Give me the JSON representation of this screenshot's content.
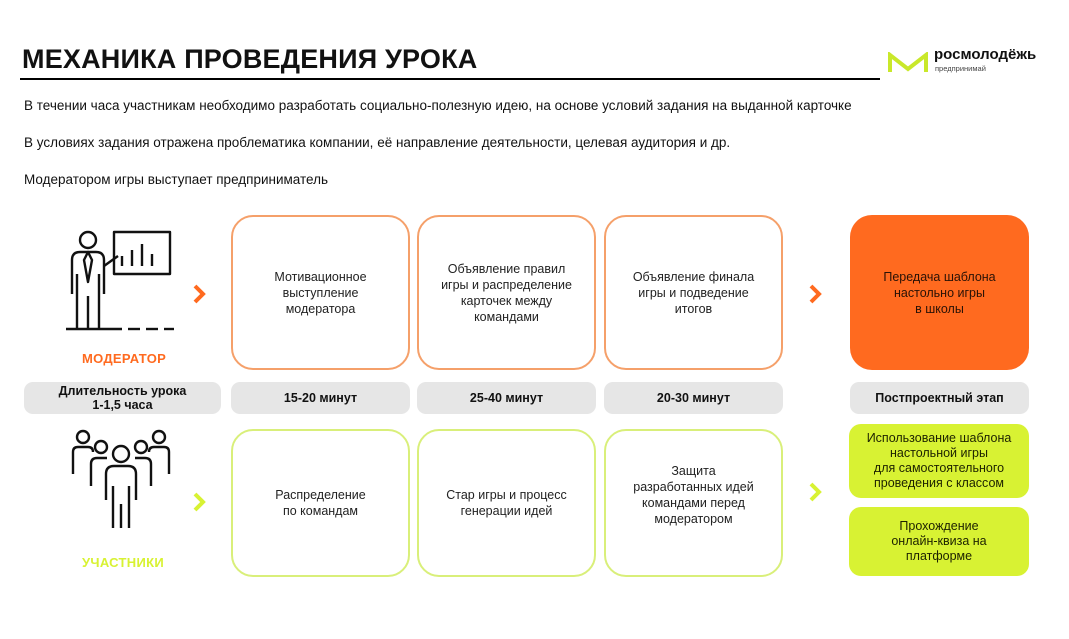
{
  "title": "МЕХАНИКА ПРОВЕДЕНИЯ УРОКА",
  "logo": {
    "name": "росмолодёжь",
    "subtitle": "предпринимай",
    "icon": "rosmolodezh-m-logo"
  },
  "intro": [
    "В течении часа участникам необходимо разработать социально-полезную идею, на основе условий задания на выданной карточке",
    "В условиях задания отражена проблематика компании, её направление деятельности, целевая аудитория и др.",
    "Модератором игры выступает предприниматель"
  ],
  "moderator": {
    "label": "МОДЕРАТОР",
    "icon": "presenter-icon",
    "steps": [
      "Мотивационное\nвыступление\nмодератора",
      "Объявление правил\nигры и распределение\nкарточек между\nкомандами",
      "Объявление финала\nигры и подведение\nитогов"
    ],
    "final_step": "Передача шаблона\nнастольно игры\nв школы"
  },
  "timeline": {
    "duration": "Длительность урока\n1-1,5 часа",
    "stages": [
      "15-20 минут",
      "25-40 минут",
      "20-30 минут"
    ],
    "post": "Постпроектный этап"
  },
  "participants": {
    "label": "УЧАСТНИКИ",
    "icon": "group-of-people-icon",
    "steps": [
      "Распределение\nпо командам",
      "Стар игры и процесс\nгенерации идей",
      "Защита\nразработанных идей\nкомандами перед\nмодератором"
    ],
    "post_steps": [
      "Использование шаблона\nнастольной игры\nдля самостоятельного\nпроведения с классом",
      "Прохождение\nонлайн-квиза на\nплатформе"
    ]
  },
  "colors": {
    "orange": "#ff6a1f",
    "orange_border": "#f5a06a",
    "lime": "#d8f233",
    "green_border": "#d9ef7a",
    "pill": "#e6e6e6"
  }
}
